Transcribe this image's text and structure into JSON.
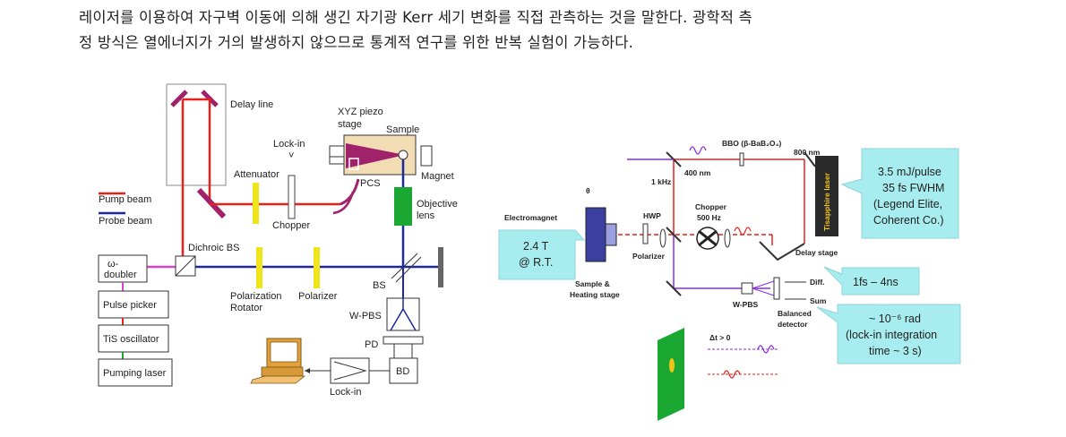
{
  "paragraph": {
    "line1": "레이저를 이용하여 자구벽 이동에 의해 생긴 자기광 Kerr 세기 변화를 직접 관측하는 것을 말한다. 광학적 측",
    "line2": "정 방식은 열에너지가 거의 발생하지 않으므로 통계적 연구를 위한 반복 실험이 가능하다."
  },
  "left": {
    "delay_line": "Delay line",
    "xyz_stage": [
      "XYZ piezo",
      "stage"
    ],
    "sample": "Sample",
    "lockin_top": "Lock-in",
    "attenuator": "Attenuator",
    "magnet": "Magnet",
    "pcs": "PCS",
    "objective": [
      "Objective",
      "lens"
    ],
    "chopper": "Chopper",
    "legend_pump": "Pump beam",
    "legend_probe": "Probe beam",
    "dichroic": "Dichroic BS",
    "doubler": [
      "ω-",
      "doubler"
    ],
    "pulse_picker": "Pulse picker",
    "tis_osc": "TiS oscillator",
    "pumping_laser": "Pumping laser",
    "pol_rot": [
      "Polarization",
      "Rotator"
    ],
    "polarizer": "Polarizer",
    "bs": "BS",
    "wpbs": "W-PBS",
    "pd": "PD",
    "bd": "BD",
    "lockin_bottom": "Lock-in",
    "colors": {
      "pump": "#e8201a",
      "probe": "#1e2a9c",
      "sample": "#a0226a",
      "attenuator": "#f0e41a",
      "objective": "#1aa832",
      "magenta": "#e040c8"
    }
  },
  "right": {
    "bbo": "BBO (β-BaB₂O₄)",
    "nm800": "800 nm",
    "nm400": "400 nm",
    "khz": "1 kHz",
    "theta": "θ",
    "electromagnet": "Electromagnet",
    "hwp": "HWP",
    "chopper": [
      "Chopper",
      "500 Hz"
    ],
    "polarizer": "Polarizer",
    "tisapphire": "Tisapphire laser",
    "delay_stage": "Delay stage",
    "sample_heating": [
      "Sample &",
      "Heating stage"
    ],
    "wpbs": "W-PBS",
    "diff": "Diff.",
    "sum": "Sum",
    "balanced": [
      "Balanced",
      "detector"
    ],
    "delta_t": "Δt > 0",
    "callout_field": [
      "2.4 T",
      "@ R.T."
    ],
    "callout_laser": [
      "3.5 mJ/pulse",
      "35 fs FWHM",
      "(Legend Elite,",
      "Coherent Co.)"
    ],
    "callout_delay": "1fs – 4ns",
    "callout_rad": [
      "~ 10⁻⁶ rad",
      "(lock-in integration",
      "time ~ 3 s)"
    ]
  }
}
